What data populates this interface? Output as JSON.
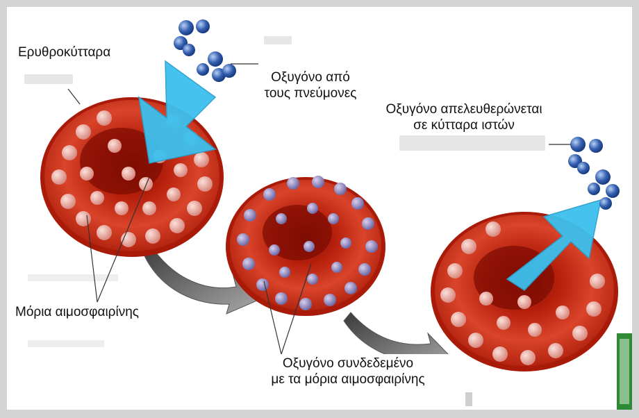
{
  "labels": {
    "red_blood_cells": "Ερυθροκύτταρα",
    "oxygen_from_lungs_line1": "Οξυγόνο από",
    "oxygen_from_lungs_line2": "τους πνεύμονες",
    "oxygen_released_line1": "Οξυγόνο απελευθερώνεται",
    "oxygen_released_line2": "σε κύτταρα ιστών",
    "hemoglobin_molecules": "Μόρια αιμοσφαιρίνης",
    "oxygen_bound_line1": "Οξυγόνο συνδεδεμένο",
    "oxygen_bound_line2": "με τα μόρια αιμοσφαιρίνης"
  },
  "colors": {
    "cell_red": "#d23a20",
    "cell_dark": "#9c1808",
    "hemoglobin_pink": "#e9a8a0",
    "oxygen_blue": "#2f58a8",
    "arrow_cyan": "#3cc0ee",
    "flow_arrow_gray": "#6a6a6a"
  }
}
